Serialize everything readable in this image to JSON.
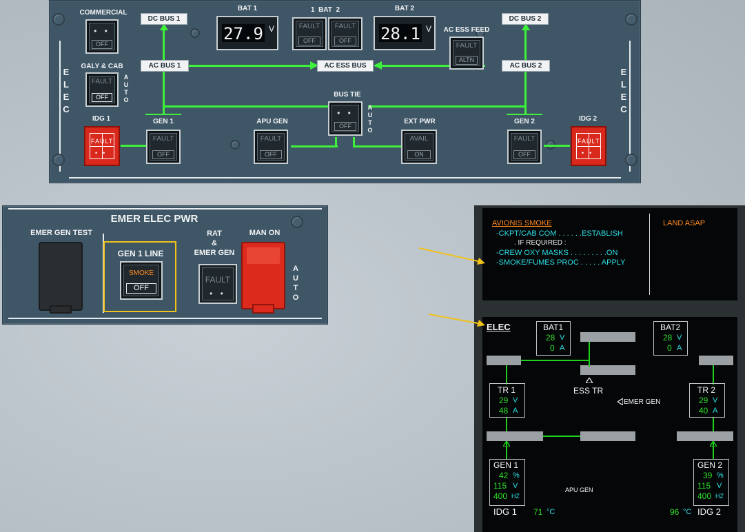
{
  "overhead": {
    "side_label_left": [
      "E",
      "L",
      "E",
      "C"
    ],
    "side_label_right": [
      "E",
      "L",
      "E",
      "C"
    ],
    "commercial": {
      "label": "COMMERCIAL",
      "lower": "OFF"
    },
    "galy_cab": {
      "label": "GALY & CAB",
      "upper": "FAULT",
      "lower": "OFF",
      "auto": [
        "A",
        "U",
        "T",
        "O"
      ]
    },
    "idg1": {
      "label": "IDG 1",
      "fault": "FAULT"
    },
    "idg2": {
      "label": "IDG 2",
      "fault": "FAULT"
    },
    "gen1": {
      "label": "GEN 1",
      "upper": "FAULT",
      "lower": "OFF"
    },
    "gen2": {
      "label": "GEN 2",
      "upper": "FAULT",
      "lower": "OFF"
    },
    "apu_gen": {
      "label": "APU GEN",
      "upper": "FAULT",
      "lower": "OFF"
    },
    "bus_tie": {
      "label": "BUS TIE",
      "lower": "OFF",
      "auto": [
        "A",
        "U",
        "T",
        "O"
      ]
    },
    "ext_pwr": {
      "label": "EXT PWR",
      "upper": "AVAIL",
      "lower": "ON"
    },
    "bat1": {
      "label": "BAT 1",
      "value": "27.9",
      "unit": "V"
    },
    "bat2": {
      "label": "BAT 2",
      "value": "28.1",
      "unit": "V"
    },
    "bat_pb": {
      "label": "1  BAT  2",
      "upper": "FAULT",
      "lower": "OFF"
    },
    "ac_ess_feed": {
      "label": "AC ESS FEED",
      "upper": "FAULT",
      "lower": "ALTN"
    },
    "buses": {
      "dc1": "DC BUS 1",
      "dc2": "DC BUS 2",
      "ac1": "AC BUS 1",
      "ac2": "AC BUS 2",
      "ac_ess": "AC ESS BUS"
    }
  },
  "emer": {
    "title": "EMER ELEC PWR",
    "gen_test": "EMER GEN TEST",
    "gen1_line": {
      "label": "GEN 1 LINE",
      "upper": "SMOKE",
      "lower": "OFF"
    },
    "rat": {
      "label_lines": [
        "RAT",
        "&",
        "EMER GEN"
      ],
      "upper": "FAULT"
    },
    "man_on": "MAN ON",
    "auto": [
      "A",
      "U",
      "T",
      "O"
    ]
  },
  "ewd": {
    "title": "AVIONIS SMOKE",
    "lines": [
      "-CKPT/CAB COM . . . . . .ESTABLISH",
      ". IF REQUIRED :",
      "-CREW OXY MASKS . . . . . . . . .ON",
      "-SMOKE/FUMES PROC . . . . . APPLY"
    ],
    "right": "LAND ASAP"
  },
  "sd": {
    "page": "ELEC",
    "bat1": {
      "label": "BAT1",
      "v": "28",
      "v_unit": "V",
      "a": "0",
      "a_unit": "A"
    },
    "bat2": {
      "label": "BAT2",
      "v": "28",
      "v_unit": "V",
      "a": "0",
      "a_unit": "A"
    },
    "tr1": {
      "label": "TR 1",
      "v": "29",
      "v_unit": "V",
      "a": "48",
      "a_unit": "A"
    },
    "tr2": {
      "label": "TR 2",
      "v": "29",
      "v_unit": "V",
      "a": "40",
      "a_unit": "A"
    },
    "ess_tr": "ESS TR",
    "emer_gen": "EMER GEN",
    "gen1": {
      "label": "GEN 1",
      "load": "42",
      "load_unit": "%",
      "v": "115",
      "v_unit": "V",
      "hz": "400",
      "hz_unit": "HZ"
    },
    "gen2": {
      "label": "GEN 2",
      "load": "39",
      "load_unit": "%",
      "v": "115",
      "v_unit": "V",
      "hz": "400",
      "hz_unit": "HZ"
    },
    "apu_gen": "APU GEN",
    "idg1": {
      "label": "IDG 1",
      "temp": "71",
      "unit": "°C"
    },
    "idg2": {
      "label": "IDG 2",
      "temp": "96",
      "unit": "°C"
    }
  },
  "colors": {
    "panel": "#3f5666",
    "bus_line": "#3ef23a",
    "ecam_green": "#2ee02a",
    "ecam_cyan": "#2ee0e6",
    "ecam_amber": "#ff8a1e",
    "highlight": "#f0c21a"
  }
}
